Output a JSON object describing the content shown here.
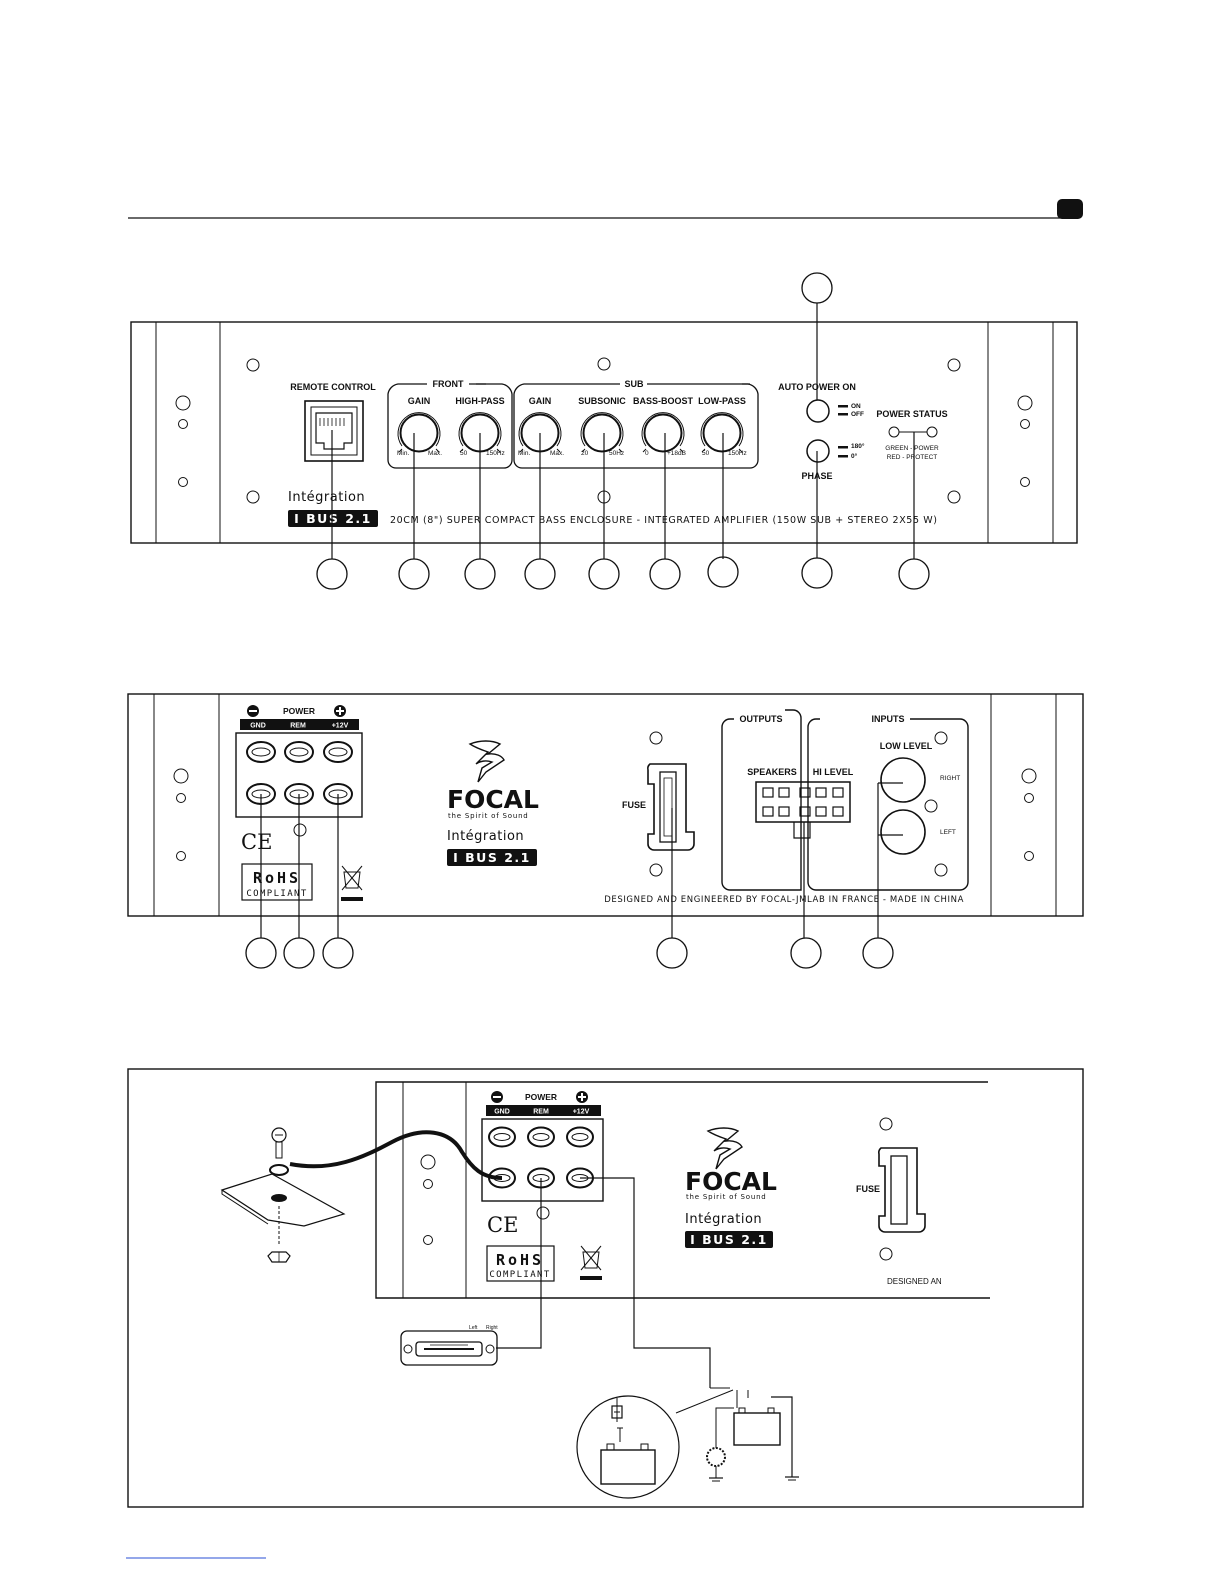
{
  "front_panel": {
    "remote_control": "REMOTE CONTROL",
    "front_group": "FRONT",
    "sub_group": "SUB",
    "front_gain": {
      "label": "GAIN",
      "min": "Min.",
      "max": "Max."
    },
    "front_highpass": {
      "label": "HIGH-PASS",
      "min": "50",
      "max": "150Hz"
    },
    "sub_gain": {
      "label": "GAIN",
      "min": "Min.",
      "max": "Max."
    },
    "subsonic": {
      "label": "SUBSONIC",
      "min": "20",
      "max": "50Hz"
    },
    "bass_boost": {
      "label": "BASS-BOOST",
      "min": "0",
      "max": "+18dB"
    },
    "low_pass": {
      "label": "LOW-PASS",
      "min": "50",
      "max": "150Hz"
    },
    "auto_power_on": "AUTO POWER ON",
    "on": "ON",
    "off": "OFF",
    "phase": "PHASE",
    "phase_180": "180°",
    "phase_0": "0°",
    "power_status": "POWER STATUS",
    "green_power": "GREEN - POWER",
    "red_protect": "RED - PROTECT",
    "integration": "Intégration",
    "model": "I BUS 2.1",
    "description": "20CM (8\") SUPER COMPACT BASS ENCLOSURE - INTEGRATED AMPLIFIER (150W SUB + STEREO 2X55 W)"
  },
  "rear_panel": {
    "power": "POWER",
    "gnd": "GND",
    "rem": "REM",
    "plus12v": "+12V",
    "ce": "CE",
    "rohs": "RoHS",
    "compliant": "COMPLIANT",
    "brand": "FOCAL",
    "tagline": "the Spirit of Sound",
    "integration": "Intégration",
    "model": "I BUS 2.1",
    "fuse": "FUSE",
    "outputs": "OUTPUTS",
    "inputs": "INPUTS",
    "speakers": "SPEAKERS",
    "hi_level": "HI LEVEL",
    "low_level": "LOW LEVEL",
    "right": "RIGHT",
    "left": "LEFT",
    "designed": "DESIGNED AND ENGINEERED BY FOCAL-JMLAB IN FRANCE - MADE IN CHINA"
  },
  "wiring": {
    "power": "POWER",
    "gnd": "GND",
    "rem": "REM",
    "plus12v": "+12V",
    "ce": "CE",
    "rohs": "RoHS",
    "compliant": "COMPLIANT",
    "brand": "FOCAL",
    "tagline": "the Spirit of Sound",
    "integration": "Intégration",
    "model": "I BUS 2.1",
    "fuse": "FUSE",
    "designed_partial": "DESIGNED AN",
    "head_left": "Left",
    "head_right": "Right"
  }
}
